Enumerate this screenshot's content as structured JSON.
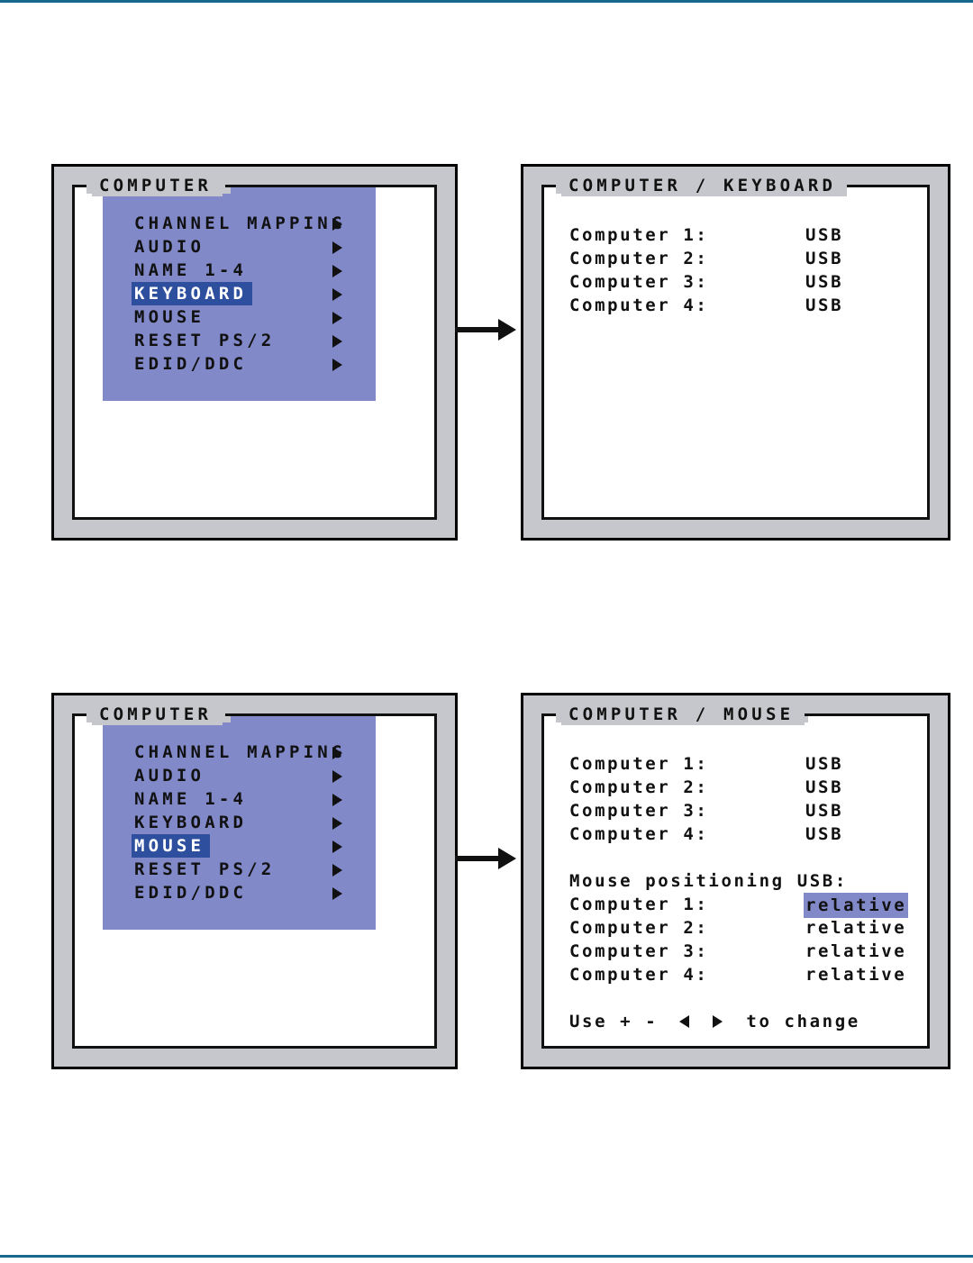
{
  "theme": {
    "rule_color": "#16688c",
    "panel_frame": "#c6c7cc",
    "panel_border": "#000000",
    "menu_bg": "#8189c9",
    "menu_selected_bg": "#2d4f9e",
    "menu_selected_text": "#ffffff",
    "text": "#111111",
    "screen_bg": "#ffffff"
  },
  "figures": [
    {
      "id": "keyboard",
      "left_panel": {
        "title": "COMPUTER",
        "menu_items": [
          {
            "label": "CHANNEL MAPPING",
            "has_submenu": true,
            "selected": false
          },
          {
            "label": "AUDIO",
            "has_submenu": true,
            "selected": false
          },
          {
            "label": "NAME 1-4",
            "has_submenu": true,
            "selected": false
          },
          {
            "label": "KEYBOARD",
            "has_submenu": true,
            "selected": true
          },
          {
            "label": "MOUSE",
            "has_submenu": true,
            "selected": false
          },
          {
            "label": "RESET PS/2",
            "has_submenu": true,
            "selected": false
          },
          {
            "label": "EDID/DDC",
            "has_submenu": true,
            "selected": false
          }
        ]
      },
      "connector": "arrow-right",
      "right_panel": {
        "title": "COMPUTER / KEYBOARD",
        "rows": [
          {
            "label": "Computer 1:",
            "value": "USB",
            "highlighted": false
          },
          {
            "label": "Computer 2:",
            "value": "USB",
            "highlighted": false
          },
          {
            "label": "Computer 3:",
            "value": "USB",
            "highlighted": false
          },
          {
            "label": "Computer 4:",
            "value": "USB",
            "highlighted": false
          }
        ],
        "section_label": "",
        "rows2": [],
        "hint": ""
      }
    },
    {
      "id": "mouse",
      "left_panel": {
        "title": "COMPUTER",
        "menu_items": [
          {
            "label": "CHANNEL MAPPING",
            "has_submenu": true,
            "selected": false
          },
          {
            "label": "AUDIO",
            "has_submenu": true,
            "selected": false
          },
          {
            "label": "NAME 1-4",
            "has_submenu": true,
            "selected": false
          },
          {
            "label": "KEYBOARD",
            "has_submenu": true,
            "selected": false
          },
          {
            "label": "MOUSE",
            "has_submenu": true,
            "selected": true
          },
          {
            "label": "RESET PS/2",
            "has_submenu": true,
            "selected": false
          },
          {
            "label": "EDID/DDC",
            "has_submenu": true,
            "selected": false
          }
        ]
      },
      "connector": "arrow-right",
      "right_panel": {
        "title": "COMPUTER / MOUSE",
        "rows": [
          {
            "label": "Computer 1:",
            "value": "USB",
            "highlighted": false
          },
          {
            "label": "Computer 2:",
            "value": "USB",
            "highlighted": false
          },
          {
            "label": "Computer 3:",
            "value": "USB",
            "highlighted": false
          },
          {
            "label": "Computer 4:",
            "value": "USB",
            "highlighted": false
          }
        ],
        "section_label": "Mouse positioning USB:",
        "rows2": [
          {
            "label": "Computer 1:",
            "value": "relative",
            "highlighted": true
          },
          {
            "label": "Computer 2:",
            "value": "relative",
            "highlighted": false
          },
          {
            "label": "Computer 3:",
            "value": "relative",
            "highlighted": false
          },
          {
            "label": "Computer 4:",
            "value": "relative",
            "highlighted": false
          }
        ],
        "hint_prefix": "Use + -",
        "hint_suffix": "to change"
      }
    }
  ]
}
